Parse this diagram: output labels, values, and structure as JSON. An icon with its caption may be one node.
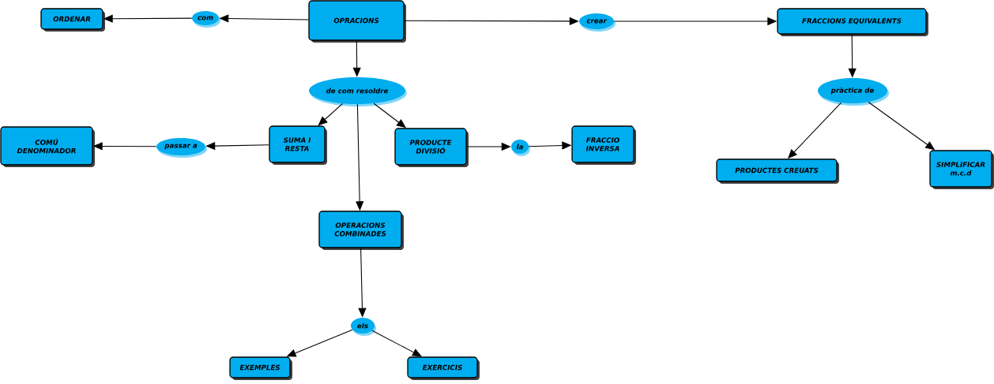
{
  "diagram": {
    "nodes": [
      {
        "text": [
          "ORDENAR"
        ]
      },
      {
        "text": [
          "com"
        ]
      },
      {
        "text": [
          "OPRACIONS"
        ]
      },
      {
        "text": [
          "crear"
        ]
      },
      {
        "text": [
          "FRACCIONS EQUIVALENTS"
        ]
      },
      {
        "text": [
          "de com resoldre"
        ]
      },
      {
        "text": [
          "pràctica de"
        ]
      },
      {
        "text": [
          "COMÚ DENOMINADOR"
        ]
      },
      {
        "text": [
          "passar a"
        ]
      },
      {
        "text": [
          "SUMA I RESTA"
        ]
      },
      {
        "text": [
          "PRODUCTE DIVISIÓ"
        ]
      },
      {
        "text": [
          "la"
        ]
      },
      {
        "text": [
          "FRACCIO INVERSA"
        ]
      },
      {
        "text": [
          "PRODUCTES CREUATS"
        ]
      },
      {
        "text": [
          "SIMPLIFICAR m.c.d"
        ]
      },
      {
        "text": [
          "OPERACIONS COMBINADES"
        ]
      },
      {
        "text": [
          "els"
        ]
      },
      {
        "text": [
          "EXEMPLES"
        ]
      },
      {
        "text": [
          "EXERCICIS"
        ]
      }
    ],
    "edges": [
      {
        "from": 2,
        "to": 1,
        "arrow": "to"
      },
      {
        "from": 1,
        "to": 0,
        "arrow": "to"
      },
      {
        "from": 2,
        "to": 3,
        "arrow": "to"
      },
      {
        "from": 3,
        "to": 4,
        "arrow": "to"
      },
      {
        "from": 2,
        "to": 5,
        "arrow": "to"
      },
      {
        "from": 5,
        "to": 9,
        "arrow": "to"
      },
      {
        "from": 5,
        "to": 10,
        "arrow": "to"
      },
      {
        "from": 5,
        "to": 15,
        "arrow": "to"
      },
      {
        "from": 9,
        "to": 8,
        "arrow": "to"
      },
      {
        "from": 8,
        "to": 7,
        "arrow": "to"
      },
      {
        "from": 10,
        "to": 11,
        "arrow": "to"
      },
      {
        "from": 11,
        "to": 12,
        "arrow": "to"
      },
      {
        "from": 15,
        "to": 16,
        "arrow": "to"
      },
      {
        "from": 16,
        "to": 17,
        "arrow": "to"
      },
      {
        "from": 16,
        "to": 18,
        "arrow": "to"
      },
      {
        "from": 4,
        "to": 6,
        "arrow": "to"
      },
      {
        "from": 6,
        "to": 13,
        "arrow": "to"
      },
      {
        "from": 6,
        "to": 14,
        "arrow": "to"
      }
    ]
  }
}
